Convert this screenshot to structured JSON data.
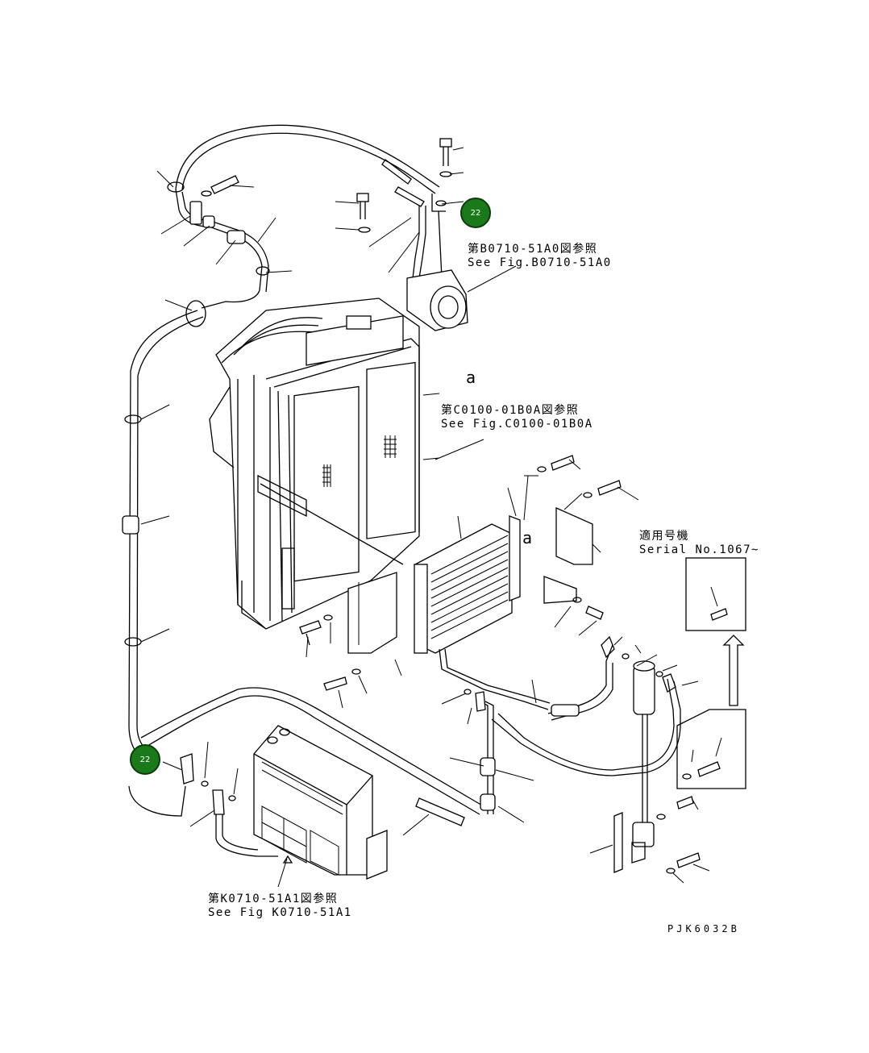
{
  "callouts": [
    {
      "id": "callout-top",
      "label": "22"
    },
    {
      "id": "callout-left",
      "label": "22"
    }
  ],
  "references": {
    "compressor": {
      "line1": "第B0710-51A0図参照",
      "line2": "See Fig.B0710-51A0"
    },
    "radiator": {
      "line1": "第C0100-01B0A図参照",
      "line2": "See Fig.C0100-01B0A"
    },
    "heater_unit": {
      "line1": "第K0710-51A1図参照",
      "line2": "See Fig K0710-51A1"
    }
  },
  "serial": {
    "line1": "適用号機",
    "line2": "Serial No.1067~"
  },
  "markers": {
    "a_top": "a",
    "a_mid": "a"
  },
  "drawing_code": "PJK6032B",
  "colors": {
    "callout": "#1a7a1a",
    "line": "#000000",
    "background": "#ffffff"
  }
}
